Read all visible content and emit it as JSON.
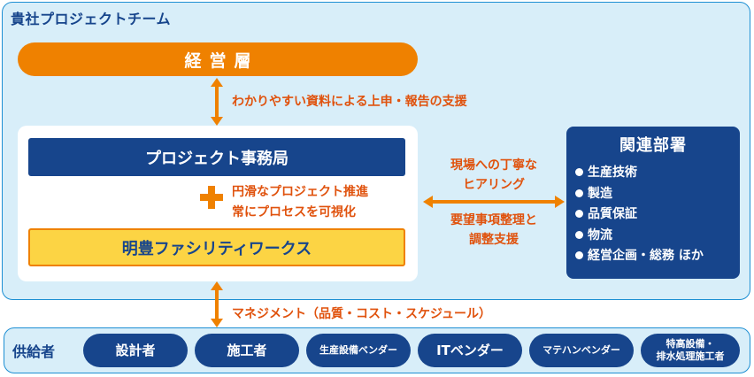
{
  "team": {
    "title": "貴社プロジェクトチーム",
    "management": "経営層",
    "management_note": "わかりやすい資料による上申・報告の支援",
    "pmo": "プロジェクト事務局",
    "plus_lines": [
      "円滑なプロジェクト推進",
      "常にプロセスを可視化"
    ],
    "meiho": "明豊ファシリティワークス",
    "hearing_lines": [
      "現場への丁寧な",
      "ヒアリング"
    ],
    "coordination_lines": [
      "要望事項整理と",
      "調整支援"
    ]
  },
  "departments": {
    "title": "関連部署",
    "items": [
      "生産技術",
      "製造",
      "品質保証",
      "物流",
      "経営企画・総務 ほか"
    ]
  },
  "management_line": "マネジメント（品質・コスト・スケジュール）",
  "suppliers": {
    "label": "供給者",
    "items": [
      "設計者",
      "施工者",
      "生産設備ベンダー",
      "ITベンダー",
      "マテハンベンダー",
      "特高設備・",
      "排水処理施工者"
    ]
  },
  "colors": {
    "navy": "#17458c",
    "orange": "#ef8100",
    "orange_text": "#e0520d",
    "light_blue_bg": "#d8eef9",
    "yellow": "#fcd444"
  }
}
